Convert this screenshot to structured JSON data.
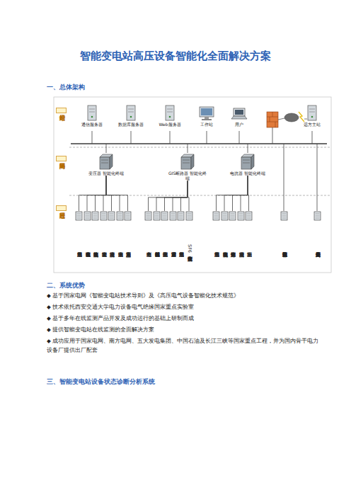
{
  "diagram": {
    "title": "智能变电站高压设备智能化全面解决方案",
    "nodes": [
      {
        "text": [
          "站控层"
        ]
      },
      {
        "text": [
          "间隔层"
        ]
      },
      {
        "text": [
          "过程层"
        ]
      },
      {
        "text": [
          "通信服务器"
        ]
      },
      {
        "text": [
          "数据库服务器"
        ]
      },
      {
        "text": [
          "Web服务器"
        ]
      },
      {
        "text": [
          "工作站"
        ]
      },
      {
        "text": [
          "用户"
        ]
      },
      {
        "text": [
          "远方主站"
        ]
      },
      {
        "text": [
          "变压器 智能化终端"
        ]
      },
      {
        "text": [
          "GIS断路器 智能化终端"
        ]
      },
      {
        "text": [
          "电抗器 智能化终端"
        ]
      },
      {
        "text": [
          "局部放电监测"
        ]
      },
      {
        "text": [
          "色谱微水在线监测"
        ]
      },
      {
        "text": [
          "铁芯接地电流监测"
        ]
      },
      {
        "text": [
          "套管绝缘监测"
        ]
      },
      {
        "text": [
          "绕组温度监测"
        ]
      },
      {
        "text": [
          "油中微水监测"
        ]
      },
      {
        "text": [
          "主油箱压力监测"
        ]
      },
      {
        "text": [
          "电寿命监测"
        ]
      },
      {
        "text": [
          "断路器机械特性监测"
        ]
      },
      {
        "text": [
          "储能系统监测"
        ]
      },
      {
        "text": [
          "避雷器泄漏监测"
        ]
      },
      {
        "text": [
          "局部放电监测"
        ]
      },
      {
        "text": [
          "SF6气体密度微水监测"
        ]
      },
      {
        "text": [
          "局部放电监测"
        ]
      },
      {
        "text": [
          "铁芯接地电流监测"
        ]
      },
      {
        "text": [
          "油中溶解气体监测"
        ]
      },
      {
        "text": [
          "绕组温度监测"
        ]
      },
      {
        "text": [
          "振动监测"
        ]
      },
      {
        "text": [
          "电容型设备监测及评估系统"
        ]
      },
      {
        "text": [
          "其他高压开关户外设备监测"
        ]
      }
    ],
    "edges": [
      {
        "from": 9,
        "to": 12,
        "arrow": "none"
      },
      {
        "from": 9,
        "to": 13,
        "arrow": "none"
      },
      {
        "from": 9,
        "to": 14,
        "arrow": "none"
      },
      {
        "from": 9,
        "to": 15,
        "arrow": "none"
      },
      {
        "from": 9,
        "to": 16,
        "arrow": "none"
      },
      {
        "from": 9,
        "to": 17,
        "arrow": "none"
      },
      {
        "from": 9,
        "to": 18,
        "arrow": "none"
      },
      {
        "from": 10,
        "to": 19,
        "arrow": "none"
      },
      {
        "from": 10,
        "to": 20,
        "arrow": "none"
      },
      {
        "from": 10,
        "to": 21,
        "arrow": "none"
      },
      {
        "from": 10,
        "to": 22,
        "arrow": "none"
      },
      {
        "from": 10,
        "to": 23,
        "arrow": "none"
      },
      {
        "from": 10,
        "to": 24,
        "arrow": "none"
      },
      {
        "from": 11,
        "to": 25,
        "arrow": "none"
      },
      {
        "from": 11,
        "to": 26,
        "arrow": "none"
      },
      {
        "from": 11,
        "to": 27,
        "arrow": "none"
      },
      {
        "from": 11,
        "to": 28,
        "arrow": "none"
      },
      {
        "from": 11,
        "to": 29,
        "arrow": "none"
      }
    ],
    "labels": [
      "一、总体架构",
      "二、系统优势",
      "◆ 基于国家电网《智能变电站技术导则》及《高压电气设备智能化技术规范》",
      "◆ 技术依托西安交通大学电力设备电气绝缘国家重点实验室",
      "◆ 基于多年在线监测产品开发及成功运行的基础上研制而成",
      "◆ 提供智能变电站在线监测的全面解决方案",
      "◆ 成功应用于国家电网、南方电网、五大发电集团、中国石油及长江三峡等国家重点工程，并为国内骨干电力设备厂提供出厂配套",
      "三、智能变电站设备状态诊断分析系统"
    ]
  }
}
